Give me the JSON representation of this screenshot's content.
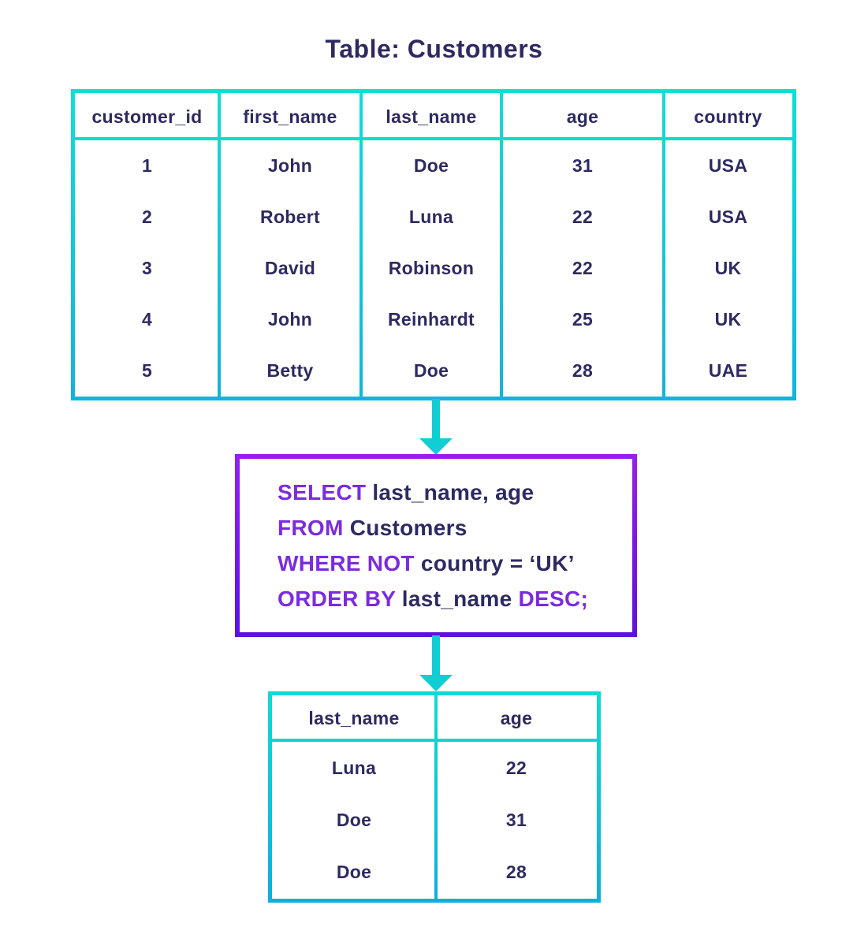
{
  "title": "Table: Customers",
  "colors": {
    "text_navy": "#2d2a62",
    "keyword_purple": "#7b2be0",
    "table_border_top": "#10ded4",
    "table_border_bottom": "#14b3dc",
    "result_border_top": "#0edbd3",
    "result_border_bottom": "#0cafe2",
    "sql_border_top": "#9320ec",
    "sql_border_bottom": "#5d11e0",
    "arrow_teal": "#12cdd3",
    "background": "#ffffff"
  },
  "customers_table": {
    "columns": [
      "customer_id",
      "first_name",
      "last_name",
      "age",
      "country"
    ],
    "rows": [
      [
        "1",
        "John",
        "Doe",
        "31",
        "USA"
      ],
      [
        "2",
        "Robert",
        "Luna",
        "22",
        "USA"
      ],
      [
        "3",
        "David",
        "Robinson",
        "22",
        "UK"
      ],
      [
        "4",
        "John",
        "Reinhardt",
        "25",
        "UK"
      ],
      [
        "5",
        "Betty",
        "Doe",
        "28",
        "UAE"
      ]
    ]
  },
  "sql_query": {
    "lines": [
      {
        "segments": [
          {
            "text": "SELECT ",
            "keyword": true
          },
          {
            "text": "last_name, age",
            "keyword": false
          }
        ]
      },
      {
        "segments": [
          {
            "text": "FROM ",
            "keyword": true
          },
          {
            "text": "Customers",
            "keyword": false
          }
        ]
      },
      {
        "segments": [
          {
            "text": "WHERE NOT ",
            "keyword": true
          },
          {
            "text": "country = ‘UK’",
            "keyword": false
          }
        ]
      },
      {
        "segments": [
          {
            "text": "ORDER BY ",
            "keyword": true
          },
          {
            "text": "last_name ",
            "keyword": false
          },
          {
            "text": "DESC;",
            "keyword": true
          }
        ]
      }
    ]
  },
  "result_table": {
    "columns": [
      "last_name",
      "age"
    ],
    "rows": [
      [
        "Luna",
        "22"
      ],
      [
        "Doe",
        "31"
      ],
      [
        "Doe",
        "28"
      ]
    ]
  },
  "icons": {
    "arrow_1": "arrow-down-icon",
    "arrow_2": "arrow-down-icon"
  }
}
